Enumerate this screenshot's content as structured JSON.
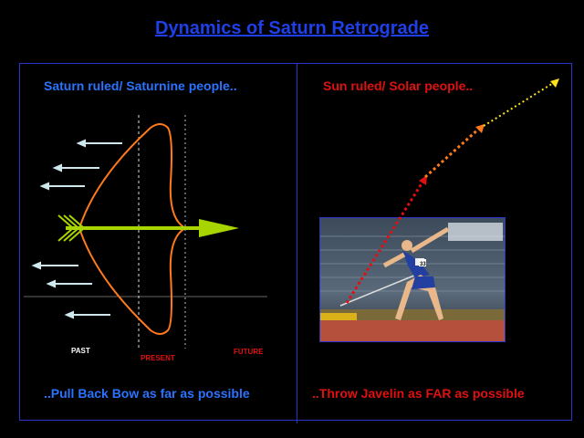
{
  "title": "Dynamics of Saturn Retrograde",
  "left_panel": {
    "heading": "Saturn ruled/ Saturnine people..",
    "caption": "..Pull Back Bow as far as possible",
    "labels": {
      "past": "PAST",
      "present": "PRESENT",
      "future": "FUTURE"
    }
  },
  "right_panel": {
    "heading": "Sun ruled/ Solar people..",
    "caption": "..Throw Javelin as FAR as possible",
    "photo_number": "33"
  },
  "colors": {
    "title": "#1f3fe8",
    "left_text": "#2b73ff",
    "right_text": "#e01010",
    "bow": "#ff7a1a",
    "arrow": "#a8d400",
    "wind_arrows": "#cfe8ee",
    "path_red": "#e01010",
    "path_orange": "#ff7a1a",
    "path_yellow": "#ffe21a"
  }
}
